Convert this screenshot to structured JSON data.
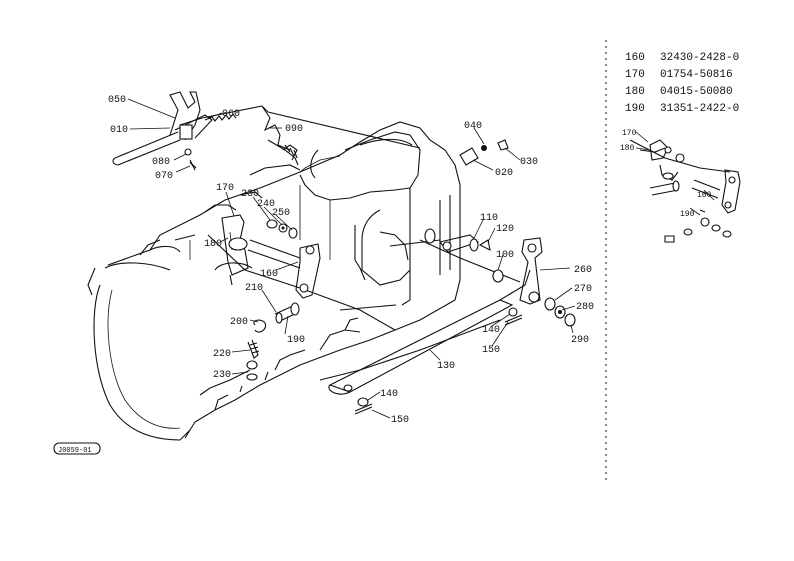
{
  "parts_table": [
    {
      "ref": "160",
      "part_no": "32430-2428-0"
    },
    {
      "ref": "170",
      "part_no": "01754-50816"
    },
    {
      "ref": "180",
      "part_no": "04015-50080"
    },
    {
      "ref": "190",
      "part_no": "31351-2422-0"
    }
  ],
  "callouts": {
    "c050": "050",
    "c010": "010",
    "c060": "060",
    "c090": "090",
    "c080": "080",
    "c070": "070",
    "c040": "040",
    "c030": "030",
    "c020": "020",
    "c170": "170",
    "c230a": "230",
    "c240": "240",
    "c250": "250",
    "c180": "180",
    "c160": "160",
    "c110": "110",
    "c120": "120",
    "c100": "100",
    "c260": "260",
    "c270": "270",
    "c280": "280",
    "c290": "290",
    "c210": "210",
    "c200": "200",
    "c190": "190",
    "c140a": "140",
    "c150a": "150",
    "c130": "130",
    "c220": "220",
    "c230b": "230",
    "c140b": "140",
    "c150b": "150"
  },
  "inset_callouts": {
    "c170": "170",
    "c180": "180",
    "c160": "160",
    "c190": "190"
  },
  "figure_code": "J0059-01"
}
